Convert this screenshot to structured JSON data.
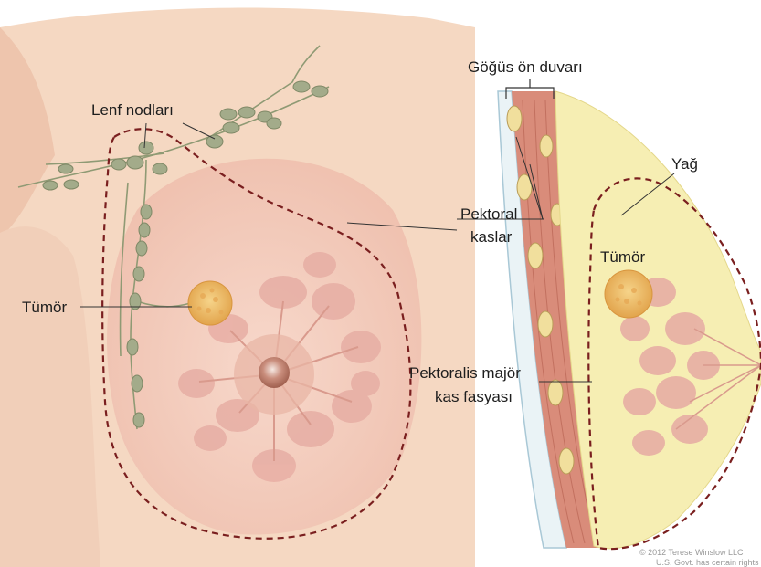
{
  "labels": {
    "lymph_nodes": "Lenf nodları",
    "tumor_front": "Tümör",
    "chest_wall": "Göğüs ön duvarı",
    "fat": "Yağ",
    "pectoral_muscles_line1": "Pektoral",
    "pectoral_muscles_line2": "kaslar",
    "tumor_side": "Tümör",
    "fascia_line1": "Pektoralis majör",
    "fascia_line2": "kas fasyası"
  },
  "credit": {
    "line1": "© 2012 Terese Winslow LLC",
    "line2": "U.S. Govt. has certain rights"
  },
  "colors": {
    "skin": "#f6d9c4",
    "breast": "#f2c6b8",
    "tissue": "#e6aaa2",
    "fat": "#f6eeb3",
    "muscle": "#d98c7a",
    "lymph_node": "#a3ab8a",
    "tumor": "#efc06a",
    "dashed_outline": "#7a1f1f"
  }
}
